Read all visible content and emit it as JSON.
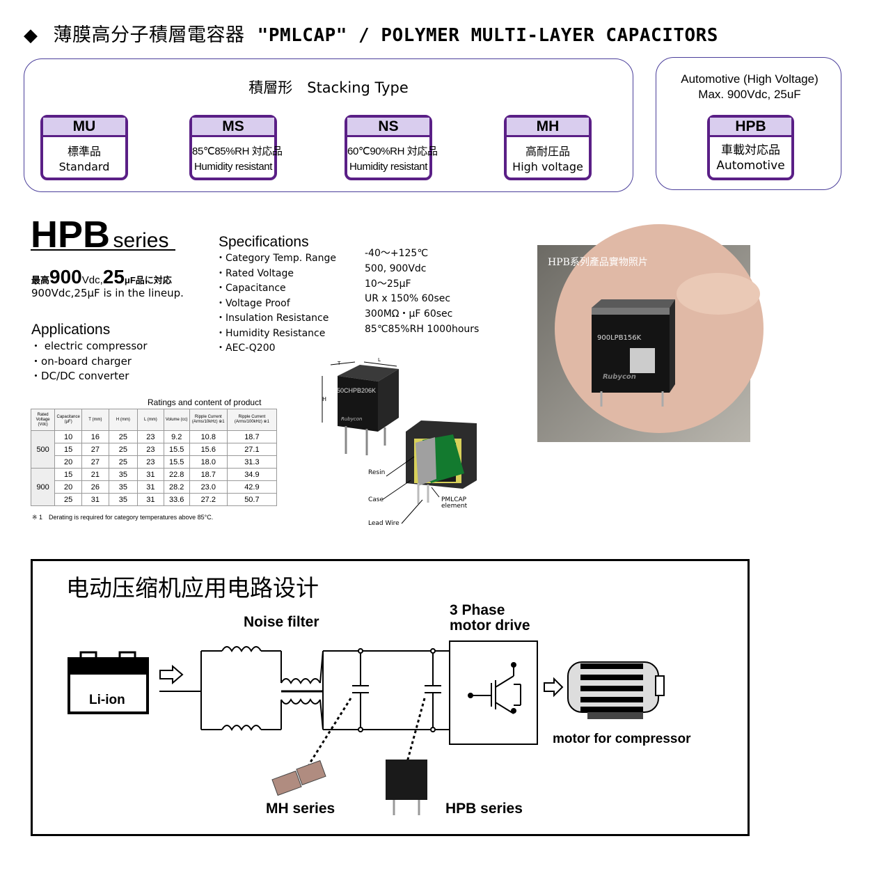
{
  "header": {
    "bullet": "◆",
    "title_jp": "薄膜高分子積層電容器",
    "title_en": "\"PMLCAP\" / POLYMER MULTI-LAYER CAPACITORS"
  },
  "stacking": {
    "title": "積層形　Stacking Type",
    "types": [
      {
        "code": "MU",
        "line1": "標準品",
        "line2": "Standard"
      },
      {
        "code": "MS",
        "line1": "85℃85%RH 対応品",
        "line2": "Humidity resistant"
      },
      {
        "code": "NS",
        "line1": "60℃90%RH 対応品",
        "line2": "Humidity resistant"
      },
      {
        "code": "MH",
        "line1": "高耐圧品",
        "line2": "High voltage"
      }
    ]
  },
  "automotive": {
    "line1": "Automotive (High Voltage)",
    "line2": "Max. 900Vdc, 25uF",
    "type": {
      "code": "HPB",
      "line1": "車載対応品",
      "line2": "Automotive"
    }
  },
  "hpb": {
    "title_big": "HPB",
    "title_small": "series",
    "tag_pre": "最高",
    "tag_v": "900",
    "tag_vunit": "Vdc,",
    "tag_c": "25",
    "tag_cunit": "μF品に対応",
    "lineup": "900Vdc,25μF is in the lineup.",
    "applications_title": "Applications",
    "applications": [
      "electric compressor",
      "on-board charger",
      "DC/DC converter"
    ]
  },
  "specs": {
    "title": "Specifications",
    "items": [
      {
        "label": "Category Temp. Range",
        "value": "-40～+125℃"
      },
      {
        "label": "Rated Voltage",
        "value": "500, 900Vdc"
      },
      {
        "label": "Capacitance",
        "value": "10～25μF"
      },
      {
        "label": "Voltage Proof",
        "value": "UR x 150% 60sec"
      },
      {
        "label": "Insulation Resistance",
        "value": "300MΩ・μF 60sec"
      },
      {
        "label": "Humidity Resistance",
        "value": "85℃85%RH 1000hours"
      },
      {
        "label": "AEC-Q200",
        "value": ""
      }
    ]
  },
  "ratings": {
    "caption": "Ratings and content of product",
    "headers": [
      "Rated Voltage (Vdc)",
      "Capacitance (μF)",
      "T (mm)",
      "H (mm)",
      "L (mm)",
      "Volume (cc)",
      "Ripple Current (Arms/10kHz) ※1",
      "Ripple Current (Arms/100kHz) ※1"
    ],
    "groups": [
      {
        "voltage": "500",
        "rows": [
          [
            "10",
            "16",
            "25",
            "23",
            "9.2",
            "10.8",
            "18.7"
          ],
          [
            "15",
            "27",
            "25",
            "23",
            "15.5",
            "15.6",
            "27.1"
          ],
          [
            "20",
            "27",
            "25",
            "23",
            "15.5",
            "18.0",
            "31.3"
          ]
        ]
      },
      {
        "voltage": "900",
        "rows": [
          [
            "15",
            "21",
            "35",
            "31",
            "22.8",
            "18.7",
            "34.9"
          ],
          [
            "20",
            "26",
            "35",
            "31",
            "28.2",
            "23.0",
            "42.9"
          ],
          [
            "25",
            "31",
            "35",
            "31",
            "33.6",
            "27.2",
            "50.7"
          ]
        ]
      }
    ],
    "note": "※ 1　Derating is required for category temperatures above 85°C."
  },
  "diagram": {
    "dim_T": "T",
    "dim_L": "L",
    "dim_H": "H",
    "part_text1": "50CHPB206K",
    "brand": "Rubycon",
    "resin": "Resin",
    "case": "Case",
    "lead": "Lead Wire",
    "element1": "PMLCAP",
    "element2": "element"
  },
  "photo": {
    "caption": "HPB系列產品實物照片",
    "part": "900LPB156K",
    "brand": "Rubycon"
  },
  "circuit": {
    "title": "电动压缩机应用电路设计",
    "noise_filter": "Noise filter",
    "drive1": "3 Phase",
    "drive2": "motor drive",
    "battery": "Li-ion",
    "motor": "motor for compressor",
    "mh": "MH series",
    "hpb": "HPB series"
  }
}
